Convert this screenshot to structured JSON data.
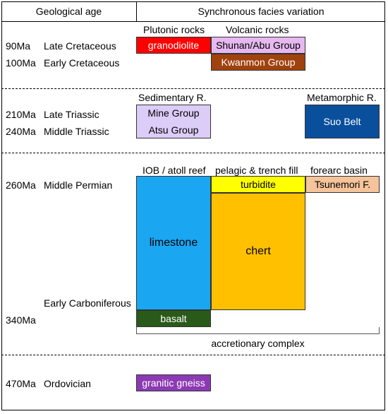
{
  "header": {
    "left": "Geological age",
    "right": "Synchronous facies variation"
  },
  "ages": {
    "ma90": "90Ma",
    "late_cretaceous": "Late Cretaceous",
    "ma100": "100Ma",
    "early_cretaceous": "Early Cretaceous",
    "ma210": "210Ma",
    "late_triassic": "Late Triassic",
    "ma240": "240Ma",
    "middle_triassic": "Middle Triassic",
    "ma260": "260Ma",
    "middle_permian": "Middle Permian",
    "early_carboniferous": "Early Carboniferous",
    "ma340": "340Ma",
    "ma470": "470Ma",
    "ordovician": "Ordovician"
  },
  "categories": {
    "plutonic": "Plutonic rocks",
    "volcanic": "Volcanic rocks",
    "sedimentary": "Sedimentary R.",
    "metamorphic": "Metamorphic R.",
    "iob": "IOB / atoll reef",
    "pelagic": "pelagic & trench fill",
    "forearc": "forearc basin"
  },
  "units": {
    "granodiolite": "granodiolite",
    "shunan": "Shunan/Abu Group",
    "kwanmon": "Kwanmon Group",
    "mine": "Mine Group",
    "atsu": "Atsu Group",
    "suo": "Suo Belt",
    "turbidite": "turbidite",
    "tsunemori": "Tsunemori F.",
    "limestone": "limestone",
    "chert": "chert",
    "basalt": "basalt",
    "gneiss": "granitic gneiss"
  },
  "accretionary": "accretionary complex",
  "colors": {
    "granodiolite": "#ff0000",
    "shunan": "#e6b8f0",
    "kwanmon": "#a0420e",
    "sedimentary": "#dcccf8",
    "suo": "#0a4f9c",
    "turbidite": "#ffff00",
    "tsunemori": "#f5c49a",
    "limestone": "#1aa6f0",
    "chert": "#ffc000",
    "basalt": "#2a5a1a",
    "gneiss": "#8c3ab4"
  }
}
